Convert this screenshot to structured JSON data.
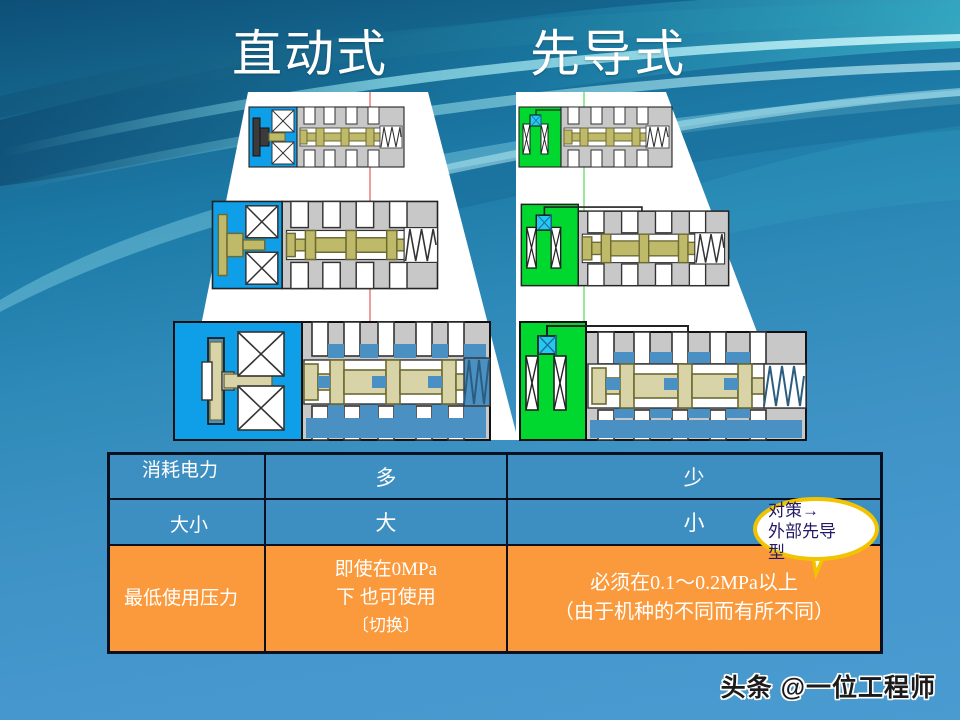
{
  "slide": {
    "background_top_color": "#0d4f77",
    "background_bottom_color": "#4a9bd0",
    "accent_curve_color": "#6fd3e0"
  },
  "titles": {
    "left": "直动式",
    "right": "先导式"
  },
  "panels": {
    "left": {
      "name": "direct-acting-valve-panel",
      "shape": "trapezoid",
      "fill": "#ffffff",
      "guide_line_color": "#e8736f",
      "solenoid_color": "#0f9ee8",
      "valve_body_color": "#c8c8c8",
      "spool_color": "#bfb96a",
      "port_color": "#4a90c2",
      "valves": [
        {
          "label": "small-valve",
          "scale": "small"
        },
        {
          "label": "medium-valve",
          "scale": "medium"
        },
        {
          "label": "large-valve",
          "scale": "large"
        }
      ]
    },
    "right": {
      "name": "pilot-operated-valve-panel",
      "shape": "right-trapezoid",
      "fill": "#ffffff",
      "guide_line_color": "#9ae89a",
      "solenoid_color": "#00d830",
      "pilot_block_color": "#25c8f0",
      "valve_body_color": "#c8c8c8",
      "spool_color": "#bfb96a",
      "port_color": "#4a90c2",
      "valves": [
        {
          "label": "small-valve",
          "scale": "small"
        },
        {
          "label": "medium-valve",
          "scale": "medium"
        },
        {
          "label": "large-valve",
          "scale": "large"
        }
      ]
    }
  },
  "table": {
    "header_fill": "#3d8fc2",
    "body_fill": "#fb9a3c",
    "border_color": "#0b1020",
    "rows": [
      {
        "row_name": "power-consumption",
        "label": "消耗电力",
        "direct": "多",
        "pilot": "少",
        "fill": "blue"
      },
      {
        "row_name": "size",
        "label": "大小",
        "direct": "大",
        "pilot": "小",
        "fill": "blue"
      },
      {
        "row_name": "minimum-operating-pressure",
        "label": "最低使用压力",
        "direct_line1": "即使在0MPa",
        "direct_line2": "下  也可使用",
        "direct_line3": "〔切换〕",
        "pilot_line1": "必须在0.1～0.2MPa以上",
        "pilot_line2": "（由于机种的不同而有所不同）",
        "fill": "orange"
      }
    ]
  },
  "callout": {
    "name": "countermeasure-callout",
    "line1": "对策→",
    "line2": "外部先导",
    "line3": "型",
    "border_color": "#f2c300",
    "fill_color": "#ffffff",
    "text_color": "#221a66"
  },
  "watermark": {
    "text": "头条 @一位工程师"
  }
}
